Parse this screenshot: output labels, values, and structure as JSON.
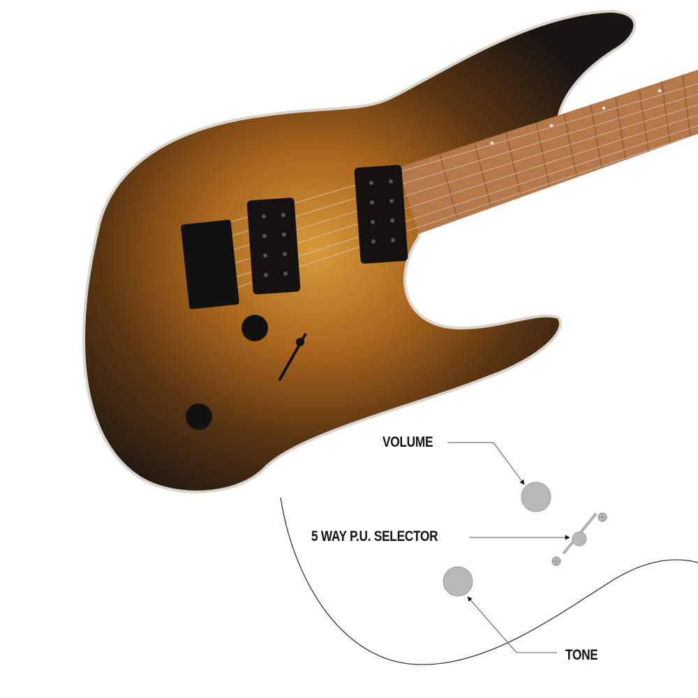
{
  "diagram": {
    "labels": {
      "volume": "VOLUME",
      "selector": "5 WAY P.U. SELECTOR",
      "tone": "TONE"
    },
    "colors": {
      "knob_fill": "#b9b9b9",
      "body_burst_center": "#c9852a",
      "body_edge": "#1a1512",
      "binding": "#d8d4cc",
      "fretboard": "#b5784a"
    }
  }
}
